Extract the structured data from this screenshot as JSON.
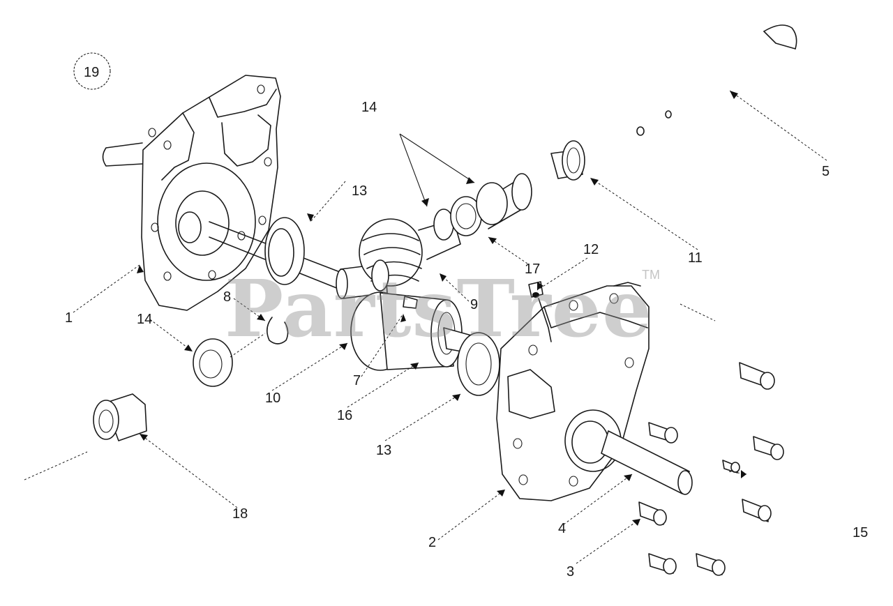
{
  "diagram": {
    "callouts": [
      "19",
      "14",
      "13",
      "5",
      "1",
      "12",
      "11",
      "17",
      "9",
      "8",
      "14",
      "10",
      "7",
      "16",
      "13",
      "18",
      "2",
      "4",
      "3",
      "15"
    ]
  },
  "watermark": {
    "text": "PartsTree",
    "trademark": "TM"
  }
}
